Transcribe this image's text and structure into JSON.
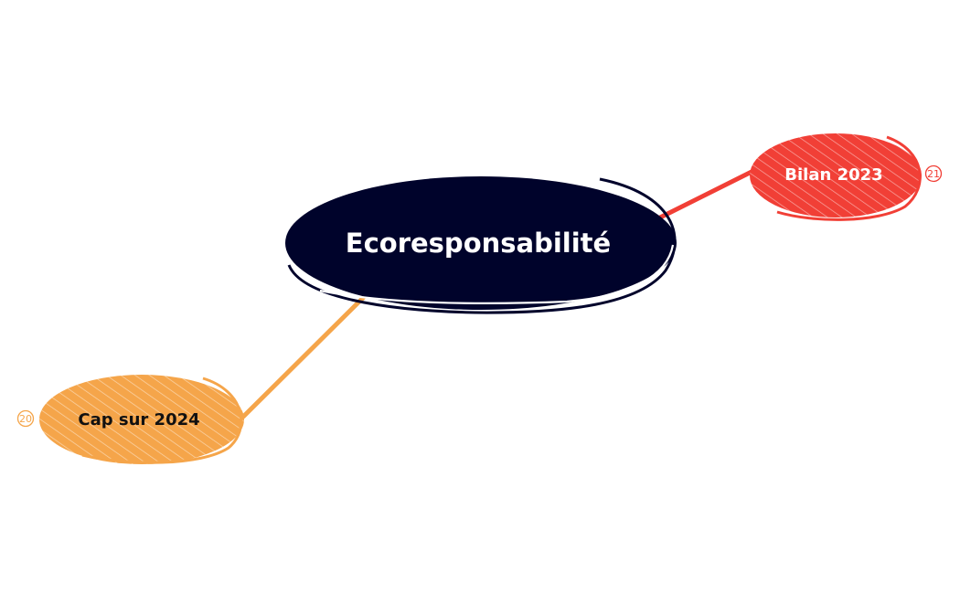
{
  "central": {
    "label": "Ecoresponsabilité",
    "color": "#00032b",
    "text_color": "#ffffff"
  },
  "branches": [
    {
      "label": "Bilan 2023",
      "color": "#f13f36",
      "text_color": "#ffffff",
      "badge": "21"
    },
    {
      "label": "Cap sur 2024",
      "color": "#f5a54a",
      "text_color": "#111111",
      "badge": "20"
    }
  ]
}
